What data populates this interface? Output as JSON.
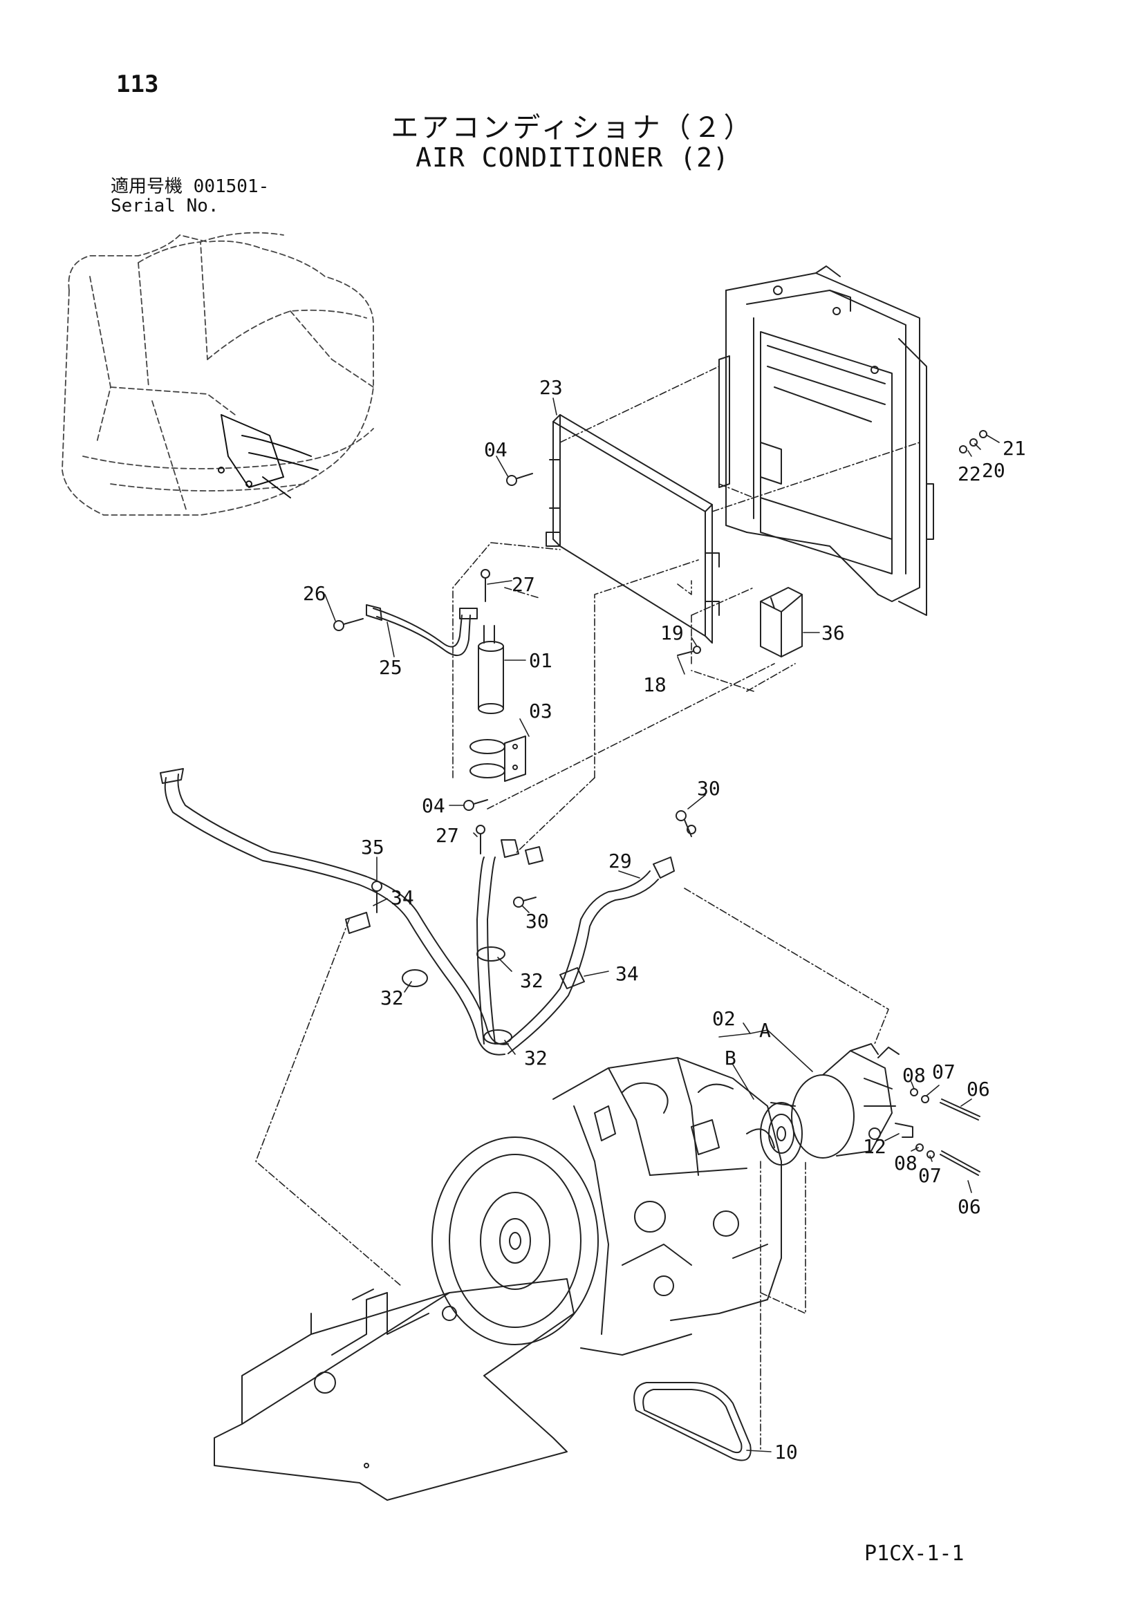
{
  "header": {
    "page_number": "113",
    "title_jp": "エアコンディショナ（２）",
    "title_en": "AIR CONDITIONER (2)",
    "serial_label_jp": "適用号機",
    "serial_value": "001501-",
    "serial_label_en": "Serial No."
  },
  "callouts": [
    {
      "id": "c23",
      "text": "23"
    },
    {
      "id": "c04a",
      "text": "04"
    },
    {
      "id": "c21",
      "text": "21"
    },
    {
      "id": "c22",
      "text": "22"
    },
    {
      "id": "c20",
      "text": "20"
    },
    {
      "id": "c26",
      "text": "26"
    },
    {
      "id": "c27a",
      "text": "27"
    },
    {
      "id": "c25",
      "text": "25"
    },
    {
      "id": "c01",
      "text": "01"
    },
    {
      "id": "c19",
      "text": "19"
    },
    {
      "id": "c36",
      "text": "36"
    },
    {
      "id": "c18",
      "text": "18"
    },
    {
      "id": "c03",
      "text": "03"
    },
    {
      "id": "c04b",
      "text": "04"
    },
    {
      "id": "c30a",
      "text": "30"
    },
    {
      "id": "c27b",
      "text": "27"
    },
    {
      "id": "c35",
      "text": "35"
    },
    {
      "id": "c29",
      "text": "29"
    },
    {
      "id": "c34a",
      "text": "34"
    },
    {
      "id": "c30b",
      "text": "30"
    },
    {
      "id": "c32a",
      "text": "32"
    },
    {
      "id": "c34b",
      "text": "34"
    },
    {
      "id": "c32b",
      "text": "32"
    },
    {
      "id": "c32c",
      "text": "32"
    },
    {
      "id": "c02",
      "text": "02"
    },
    {
      "id": "cA",
      "text": "A"
    },
    {
      "id": "cB",
      "text": "B"
    },
    {
      "id": "c08a",
      "text": "08"
    },
    {
      "id": "c07a",
      "text": "07"
    },
    {
      "id": "c06a",
      "text": "06"
    },
    {
      "id": "c12",
      "text": "12"
    },
    {
      "id": "c08b",
      "text": "08"
    },
    {
      "id": "c07b",
      "text": "07"
    },
    {
      "id": "c06b",
      "text": "06"
    },
    {
      "id": "c10",
      "text": "10"
    }
  ],
  "footer": {
    "doc_code": "P1CX-1-1"
  }
}
